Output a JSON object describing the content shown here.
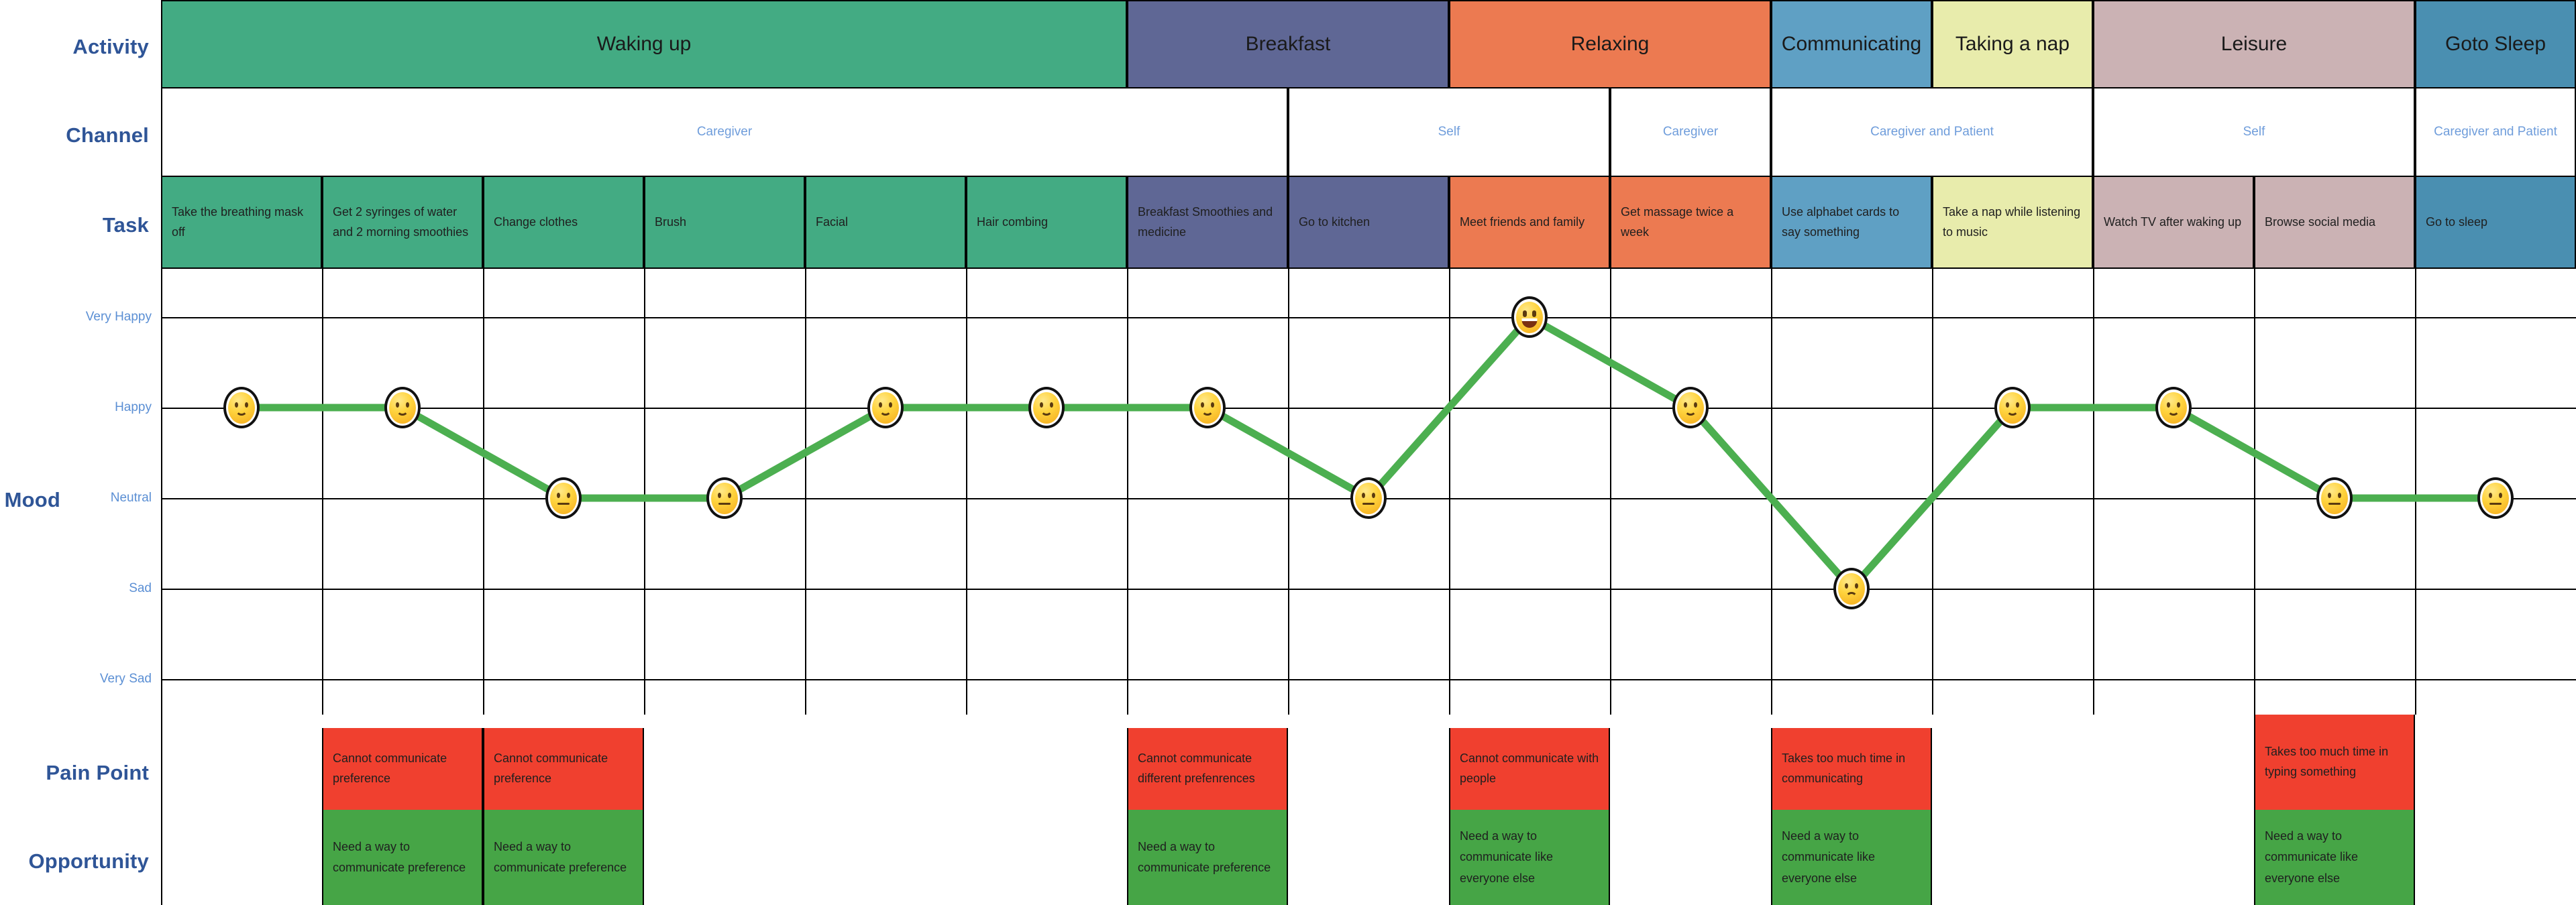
{
  "row_labels": {
    "activity": "Activity",
    "channel": "Channel",
    "task": "Task",
    "mood": "Mood",
    "pain_point": "Pain Point",
    "opportunity": "Opportunity"
  },
  "mood_scale": [
    "Very Happy",
    "Happy",
    "Neutral",
    "Sad",
    "Very Sad"
  ],
  "colors": {
    "waking_up": "#43ab83",
    "breakfast": "#5f6795",
    "relaxing": "#ec7a51",
    "communicating": "#5fa0c4",
    "taking_a_nap": "#e8ecac",
    "leisure": "#cbb2b4",
    "goto_sleep": "#4a8fb1",
    "pain": "#f0402f",
    "opportunity": "#46a546",
    "mood_line": "#4caf50",
    "label_blue": "#2f5597",
    "tick_blue": "#5b8fd4",
    "channel_blue": "#6f9ddb"
  },
  "activities": [
    {
      "label": "Waking up",
      "span": 6,
      "color": "#43ab83"
    },
    {
      "label": "Breakfast",
      "span": 2,
      "color": "#5f6795"
    },
    {
      "label": "Relaxing",
      "span": 2,
      "color": "#ec7a51"
    },
    {
      "label": "Communicating",
      "span": 1,
      "color": "#5fa0c4"
    },
    {
      "label": "Taking a nap",
      "span": 1,
      "color": "#e8ecac"
    },
    {
      "label": "Leisure",
      "span": 2,
      "color": "#cbb2b4"
    },
    {
      "label": "Goto Sleep",
      "span": 1,
      "color": "#4a8fb1"
    }
  ],
  "channels": [
    {
      "label": "Caregiver",
      "span": 7
    },
    {
      "label": "Self",
      "span": 2
    },
    {
      "label": "Caregiver",
      "span": 1
    },
    {
      "label": "Caregiver and Patient",
      "span": 2
    },
    {
      "label": "Self",
      "span": 2
    },
    {
      "label": "Caregiver and Patient",
      "span": 1
    }
  ],
  "tasks": [
    {
      "label": "Take the breathing mask off",
      "color": "#43ab83"
    },
    {
      "label": "Get 2 syringes of water and 2 morning smoothies",
      "color": "#43ab83"
    },
    {
      "label": "Change clothes",
      "color": "#43ab83"
    },
    {
      "label": "Brush",
      "color": "#43ab83"
    },
    {
      "label": "Facial",
      "color": "#43ab83"
    },
    {
      "label": "Hair combing",
      "color": "#43ab83"
    },
    {
      "label": "Breakfast Smoothies and medicine",
      "color": "#5f6795"
    },
    {
      "label": "Go to kitchen",
      "color": "#5f6795"
    },
    {
      "label": "Meet friends and family",
      "color": "#ec7a51"
    },
    {
      "label": "Get massage twice a week",
      "color": "#ec7a51"
    },
    {
      "label": "Use alphabet cards to say something",
      "color": "#5fa0c4"
    },
    {
      "label": "Take a nap while listening to music",
      "color": "#e8ecac"
    },
    {
      "label": "Watch TV after waking up",
      "color": "#cbb2b4"
    },
    {
      "label": "Browse social media",
      "color": "#cbb2b4"
    },
    {
      "label": "Go to sleep",
      "color": "#4a8fb1"
    }
  ],
  "pain_points": [
    null,
    "Cannot communicate preference",
    "Cannot communicate preference",
    null,
    null,
    null,
    "Cannot communicate different prefenrences",
    null,
    "Cannot communicate with people",
    null,
    "Takes too much time in communicating",
    null,
    null,
    "Takes too much time in typing something",
    null
  ],
  "opportunities": [
    null,
    "Need a way to communicate preference",
    "Need a way to communicate preference",
    null,
    null,
    null,
    "Need a way to communicate preference",
    null,
    "Need a way to communicate like everyone else",
    null,
    "Need a way to communicate like everyone else",
    null,
    null,
    "Need a way to communicate like everyone else",
    null
  ],
  "chart_data": {
    "type": "line",
    "title": "Mood",
    "xlabel": "",
    "ylabel": "Mood",
    "grid": true,
    "legend": "none",
    "y_categories": [
      "Very Sad",
      "Sad",
      "Neutral",
      "Happy",
      "Very Happy"
    ],
    "ylim": [
      0,
      4
    ],
    "categories": [
      "Take the breathing mask off",
      "Get 2 syringes of water and 2 morning smoothies",
      "Change clothes",
      "Brush",
      "Facial",
      "Hair combing",
      "Breakfast Smoothies and medicine",
      "Go to kitchen",
      "Meet friends and family",
      "Get massage twice a week",
      "Use alphabet cards to say something",
      "Take a nap while listening to music",
      "Watch TV after waking up",
      "Browse social media",
      "Go to sleep"
    ],
    "values": [
      "Happy",
      "Happy",
      "Neutral",
      "Neutral",
      "Happy",
      "Happy",
      "Happy",
      "Neutral",
      "Very Happy",
      "Happy",
      "Sad",
      "Happy",
      "Happy",
      "Neutral",
      "Neutral"
    ],
    "numeric_values": [
      3,
      3,
      2,
      2,
      3,
      3,
      3,
      2,
      4,
      3,
      1,
      3,
      3,
      2,
      2
    ],
    "line_color": "#4caf50",
    "marker": "emoji-face"
  }
}
